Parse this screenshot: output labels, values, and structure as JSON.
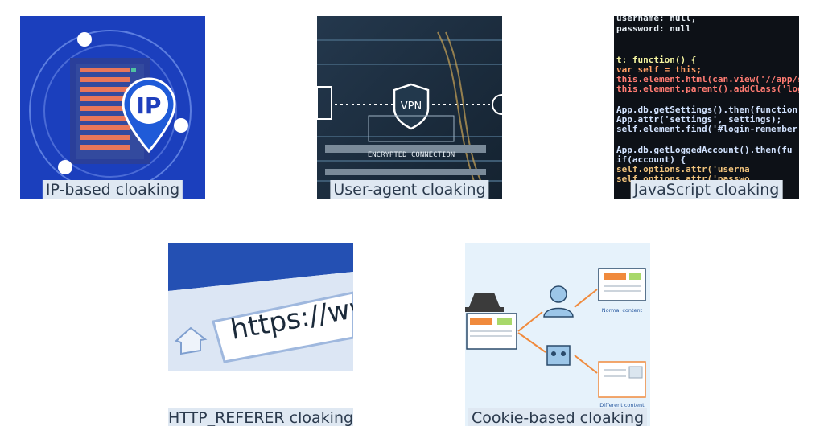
{
  "cards": [
    {
      "caption": "IP-based cloaking",
      "icon": "ip-server-icon",
      "badge": "IP"
    },
    {
      "caption": "User-agent cloaking",
      "icon": "vpn-shield-icon",
      "badge": "VPN",
      "subtext": "ENCRYPTED CONNECTION"
    },
    {
      "caption": "JavaScript cloaking",
      "icon": "code-screen-icon",
      "code": [
        "username: null,",
        "password: null",
        "",
        "t: function() {",
        " var self = this;",
        " this.element.html(can.view('//app/src/",
        " this.element.parent().addClass('login-",
        "",
        " App.db.getSettings().then(function(set",
        "   App.attr('settings', settings);",
        "   self.element.find('#login-remember",
        "",
        "   App.db.getLoggedAccount().then(fu",
        "     if(account) {",
        "       self.options.attr('userna",
        "       self.options.attr('passwo"
      ]
    },
    {
      "caption": "HTTP_REFERER cloaking",
      "icon": "browser-address-bar-icon",
      "url_text": "https://www"
    },
    {
      "caption": "Cookie-based cloaking",
      "icon": "cookie-diagram-icon",
      "labels": [
        "Normal content",
        "Different content"
      ]
    }
  ],
  "colors": {
    "caption_bg": "#dfe8f2",
    "ip_bg": "#1b3fbd",
    "code_bg": "#0d1117",
    "vpn_bg": "#1c2a3a"
  }
}
